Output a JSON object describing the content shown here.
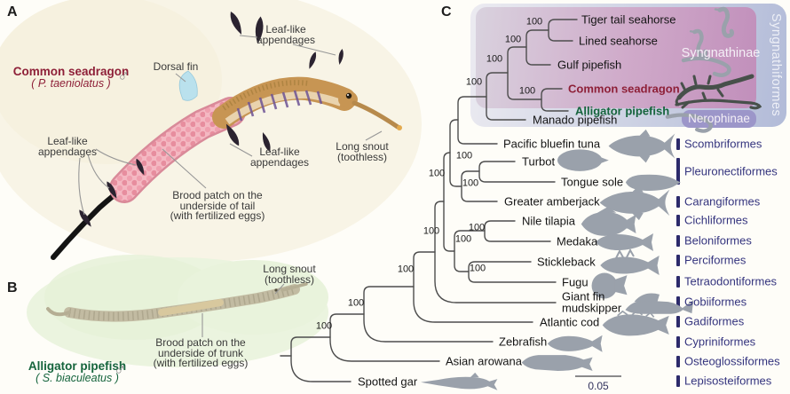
{
  "colors": {
    "seadragon_red": "#8e2038",
    "pipefish_green": "#15643c",
    "order_navy": "#34347e",
    "order_bar_navy": "#2c2a6b",
    "syngnathiformes_band": "#b2bbd8",
    "syngnathinae_box_pink": "#c18fbb",
    "nerophinae_box_purple": "#9c96c9",
    "tree_line_gray": "#4d4d4d",
    "silhouette_gray": "#9aa1ab",
    "dorsal_fin_blue": "#b5e0ef",
    "brood_egg_pink": "#f4b8c2"
  },
  "panelA": {
    "label": "A",
    "species": "Common seadragon",
    "species_latin": "( P. taeniolatus )",
    "sex_symbol": "♂",
    "ann_dorsal_fin": "Dorsal fin",
    "ann_leaf_line1": "Leaf-like",
    "ann_leaf_line2": "appendages",
    "ann_snout_line1": "Long snout",
    "ann_snout_line2": "(toothless)",
    "ann_brood_line1": "Brood patch on the",
    "ann_brood_line2": "underside of tail",
    "ann_brood_line3": "(with fertilized eggs)"
  },
  "panelB": {
    "label": "B",
    "species": "Alligator pipefish",
    "species_latin": "( S. biaculeatus )",
    "sex_symbol": "♂",
    "ann_snout_line1": "Long snout",
    "ann_snout_line2": "(toothless)",
    "ann_brood_line1": "Brood patch on the",
    "ann_brood_line2": "underside of trunk",
    "ann_brood_line3": "(with fertilized eggs)"
  },
  "panelC": {
    "label": "C",
    "clade_band": "Syngnathiformes",
    "subfamily_top": "Syngnathinae",
    "subfamily_bottom": "Nerophinae",
    "scale_label": "0.05",
    "bootstraps": [
      "100",
      "100",
      "100",
      "100",
      "100",
      "100",
      "100",
      "100",
      "100",
      "100",
      "100",
      "100",
      "100",
      "100",
      "100"
    ],
    "species": [
      {
        "name": "Tiger tail seahorse"
      },
      {
        "name": "Lined seahorse"
      },
      {
        "name": "Gulf pipefish"
      },
      {
        "name": "Common seadragon"
      },
      {
        "name": "Alligator pipefish"
      },
      {
        "name": "Manado pipefish"
      },
      {
        "name": "Pacific bluefin tuna"
      },
      {
        "name": "Turbot"
      },
      {
        "name": "Tongue sole"
      },
      {
        "name": "Greater amberjack"
      },
      {
        "name": "Nile tilapia"
      },
      {
        "name": "Medaka"
      },
      {
        "name": "Stickleback"
      },
      {
        "name": "Fugu"
      },
      {
        "name": "Giant fin mudskipper",
        "line1": "Giant fin",
        "line2": "mudskipper"
      },
      {
        "name": "Atlantic cod"
      },
      {
        "name": "Zebrafish"
      },
      {
        "name": "Asian arowana"
      },
      {
        "name": "Spotted gar"
      }
    ],
    "orders": [
      "Scombriformes",
      "Pleuronectiformes",
      "Carangiformes",
      "Cichliformes",
      "Beloniformes",
      "Perciformes",
      "Tetraodontiformes",
      "Gobiiformes",
      "Gadiformes",
      "Cypriniformes",
      "Osteoglossiformes",
      "Lepisosteiformes"
    ]
  }
}
